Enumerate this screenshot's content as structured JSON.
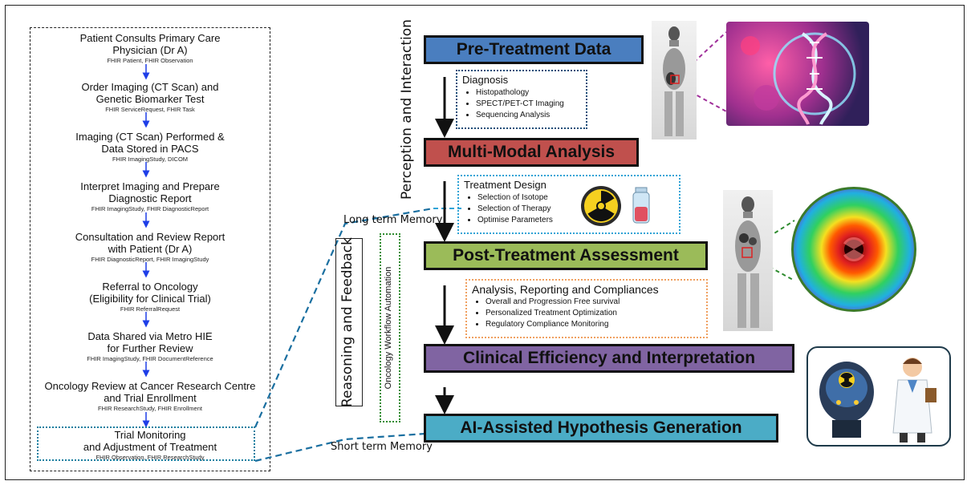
{
  "workflow": {
    "steps": [
      {
        "title": "Patient Consults Primary Care\nPhysician (Dr A)",
        "subtitle": "FHIR Patient, FHIR Observation"
      },
      {
        "title": "Order Imaging (CT Scan) and\nGenetic Biomarker Test",
        "subtitle": "FHIR ServiceRequest, FHIR Task"
      },
      {
        "title": "Imaging (CT Scan) Performed &\nData Stored in PACS",
        "subtitle": "FHIR ImagingStudy, DICOM"
      },
      {
        "title": "Interpret Imaging and Prepare\nDiagnostic Report",
        "subtitle": "FHIR ImagingStudy, FHIR DiagnosticReport"
      },
      {
        "title": "Consultation and Review Report\nwith Patient (Dr A)",
        "subtitle": "FHIR DiagnosticReport, FHIR ImagingStudy"
      },
      {
        "title": "Referral to Oncology\n(Eligibility for Clinical Trial)",
        "subtitle": "FHIR ReferralRequest"
      },
      {
        "title": "Data Shared via Metro HIE\nfor Further Review",
        "subtitle": "FHIR ImagingStudy, FHIR DocumentReference"
      },
      {
        "title": "Oncology Review at Cancer Research Centre\nand Trial Enrollment",
        "subtitle": "FHIR ResearchStudy, FHIR Enrollment"
      },
      {
        "title": "Trial Monitoring\nand Adjustment of Treatment",
        "subtitle": "FHIR Observation, FHIR ResearchStudy"
      }
    ]
  },
  "labels": {
    "perception": "Perception and Interaction",
    "reasoning": "Reasoning and Feedback",
    "automation": "Oncology Workflow Automation",
    "long_memory": "Long term Memory",
    "short_memory": "Short term Memory"
  },
  "stages": [
    {
      "label": "Pre-Treatment Data",
      "color": "#4a7ebf"
    },
    {
      "label": "Multi-Modal Analysis",
      "color": "#c0504d"
    },
    {
      "label": "Post-Treatment Assessment",
      "color": "#9bbb59"
    },
    {
      "label": "Clinical Efficiency and Interpretation",
      "color": "#8064a2"
    },
    {
      "label": "AI-Assisted Hypothesis Generation",
      "color": "#4bacc6"
    }
  ],
  "info_boxes": {
    "diagnosis": {
      "title": "Diagnosis",
      "items": [
        "Histopathology",
        "SPECT/PET-CT Imaging",
        "Sequencing Analysis"
      ],
      "border": "#1f4e79"
    },
    "treatment": {
      "title": "Treatment Design",
      "items": [
        "Selection of Isotope",
        "Selection of Therapy",
        "Optimise Parameters"
      ],
      "border": "#2fa3d6"
    },
    "analysis": {
      "title": "Analysis, Reporting and Compliances",
      "items": [
        "Overall and Progression Free survival",
        "Personalized Treatment Optimization",
        "Regulatory Compliance Monitoring"
      ],
      "border": "#f0a060"
    }
  },
  "icons": {
    "radiation": "radiation-icon",
    "vial": "vial-icon",
    "dna": "dna-icon",
    "doctor": "doctor-icon",
    "ai_brain": "ai-brain-icon"
  }
}
